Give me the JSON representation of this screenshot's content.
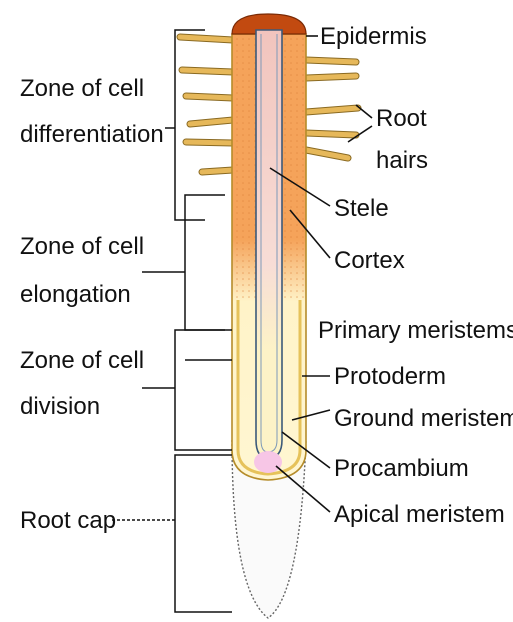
{
  "zones": {
    "differentiation": [
      "Zone of cell",
      "differentiation"
    ],
    "elongation": [
      "Zone of cell",
      "elongation"
    ],
    "division": [
      "Zone of cell",
      "division"
    ],
    "root_cap": "Root cap"
  },
  "parts": {
    "epidermis": "Epidermis",
    "root_hairs": [
      "Root",
      "hairs"
    ],
    "stele": "Stele",
    "cortex": "Cortex",
    "primary_meristems": "Primary meristems:",
    "protoderm": "Protoderm",
    "ground_meristem": "Ground meristem",
    "procambium": "Procambium",
    "apical_meristem": "Apical meristem"
  },
  "colors": {
    "cortex": "#f5a35a",
    "epidermis": "#e6b85a",
    "stele": "#f3d0c8",
    "meristem": "#fdf3c7",
    "apical_meristem": "#f7c6e6",
    "tip": "#c24a10"
  }
}
